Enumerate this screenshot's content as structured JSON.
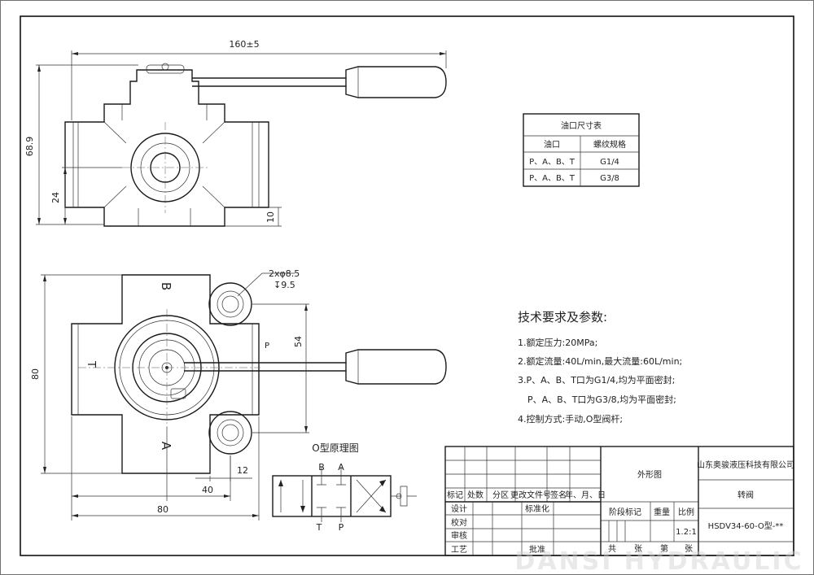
{
  "drawing": {
    "overall_length": "160±5",
    "height": "68.9",
    "dim_24": "24",
    "dim_10": "10",
    "hole_spec_1": "2xφ8.5",
    "hole_spec_2": "↧9.5",
    "width_80_vertical": "80",
    "dim_54": "54",
    "dim_12": "12",
    "dim_40": "40",
    "width_80_horizontal": "80",
    "port_b": "B",
    "port_a": "A",
    "port_t": "T",
    "port_p": "P"
  },
  "schematic": {
    "title": "O型原理图",
    "port_b": "B",
    "port_a": "A",
    "port_t": "T",
    "port_p": "P"
  },
  "port_table": {
    "title": "油口尺寸表",
    "headers": [
      "油口",
      "螺纹规格"
    ],
    "rows": [
      [
        "P、A、B、T",
        "G1/4"
      ],
      [
        "P、A、B、T",
        "G3/8"
      ]
    ]
  },
  "tech": {
    "heading": "技术要求及参数:",
    "items": [
      "1.额定压力:20MPa;",
      "2.额定流量:40L/min,最大流量:60L/min;",
      "3.P、A、B、T口为G1/4,均为平面密封;",
      "P、A、B、T口为G3/8,均为平面密封;",
      "4.控制方式:手动,O型阀杆;"
    ]
  },
  "title_block": {
    "part_view": "外形图",
    "company": "山东奥骏液压科技有限公司",
    "part_name": "转阀",
    "part_number": "HSDV34-60-O型-**",
    "row_headers": [
      "标记",
      "处数",
      "分区",
      "更改文件号",
      "签名",
      "年、月、日"
    ],
    "roles": [
      "设计",
      "校对",
      "审核",
      "工艺"
    ],
    "standardize": "标准化",
    "approve": "批准",
    "stage_mark": "阶段标记",
    "weight": "重量",
    "scale": "比例",
    "scale_value": "1.2:1",
    "sheets_total": "共",
    "sheet_unit": "张",
    "sheet_no": "第",
    "sheet_unit2": "张"
  },
  "watermark": "DANSI HYDRAULIC"
}
